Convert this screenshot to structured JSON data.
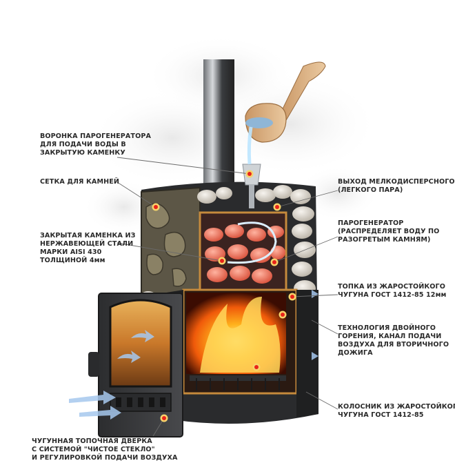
{
  "colors": {
    "marker": "#e8231a",
    "marker_ring": "#f6d36b",
    "leader": "#6a6a6a",
    "text": "#2a2a2a",
    "cast_iron": "#3a3b3d",
    "stone": "#d9d4cc",
    "fire": "#ff7a10",
    "steel": "#9aa0a6",
    "glass_water": "#bde6ff"
  },
  "callouts": [
    {
      "id": "funnel",
      "lines": [
        "ВОРОНКА ПАРОГЕНЕРАТОРА",
        "ДЛЯ ПОДАЧИ ВОДЫ В",
        "ЗАКРЫТУЮ КАМЕНКУ"
      ]
    },
    {
      "id": "mesh",
      "lines": [
        "СЕТКА ДЛЯ КАМНЕЙ"
      ]
    },
    {
      "id": "closed-heater",
      "lines": [
        "ЗАКРЫТАЯ КАМЕНКА ИЗ",
        "НЕРЖАВЕЮЩЕЙ СТАЛИ",
        "МАРКИ AISI 430",
        "ТОЛЩИНОЙ 4мм"
      ]
    },
    {
      "id": "door",
      "lines": [
        "ЧУГУННАЯ ТОПОЧНАЯ ДВЕРКА",
        "С СИСТЕМОЙ \"ЧИСТОЕ СТЕКЛО\"",
        "И РЕГУЛИРОВКОЙ ПОДАЧИ ВОЗДУХА"
      ]
    },
    {
      "id": "steam-out",
      "lines": [
        "ВЫХОД МЕЛКОДИСПЕРСНОГО",
        "(ЛЕГКОГО ПАРА)"
      ]
    },
    {
      "id": "steam-gen",
      "lines": [
        "ПАРОГЕНЕРАТОР",
        "(РАСПРЕДЕЛЯЕТ ВОДУ ПО",
        "РАЗОГРЕТЫМ КАМНЯМ)"
      ]
    },
    {
      "id": "firebox",
      "lines": [
        "ТОПКА ИЗ ЖАРОСТОЙКОГО",
        "ЧУГУНА ГОСТ 1412-85  12мм"
      ]
    },
    {
      "id": "double-burn",
      "lines": [
        "ТЕХНОЛОГИЯ ДВОЙНОГО",
        "ГОРЕНИЯ, КАНАЛ ПОДАЧИ",
        "ВОЗДУХА ДЛЯ ВТОРИЧНОГО",
        "ДОЖИГА"
      ]
    },
    {
      "id": "grate",
      "lines": [
        "КОЛОСНИК ИЗ ЖАРОСТОЙКОГО",
        "ЧУГУНА ГОСТ 1412-85"
      ]
    }
  ]
}
